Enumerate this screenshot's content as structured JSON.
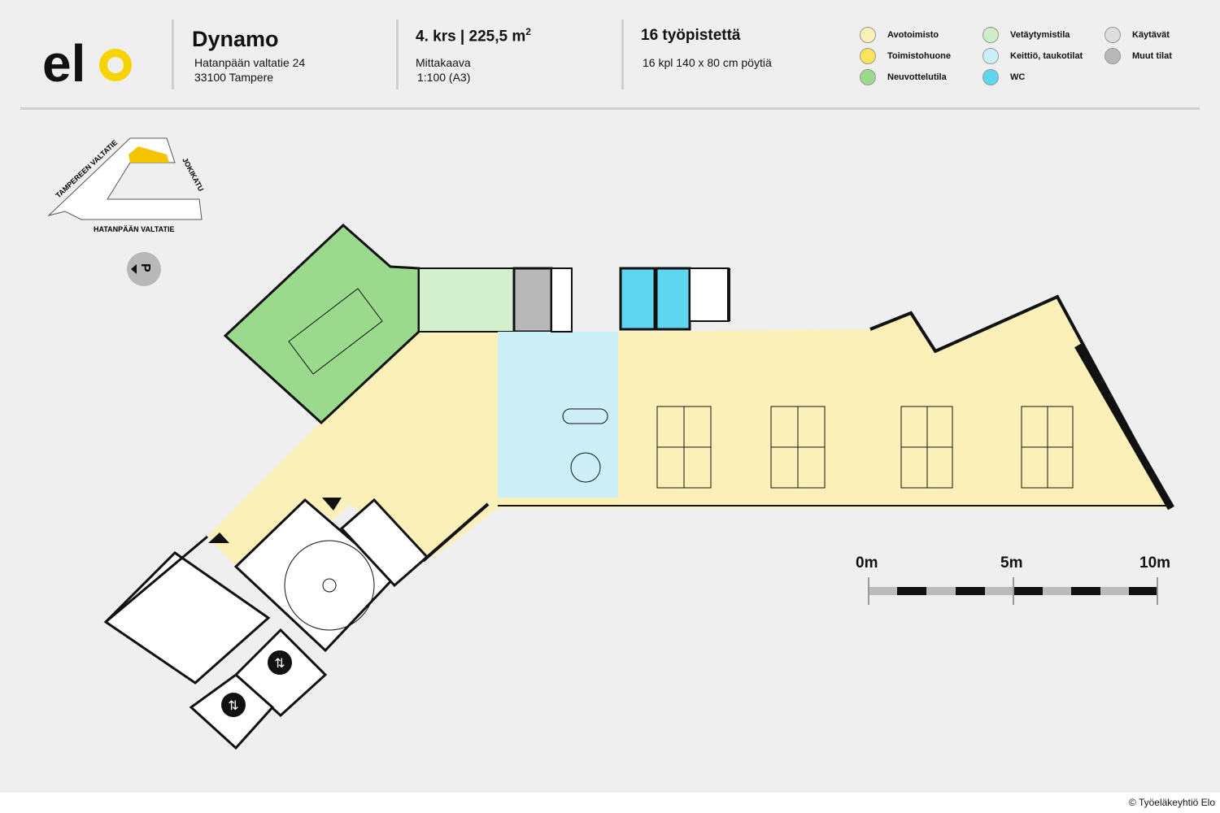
{
  "brand": {
    "logo_text": "elo"
  },
  "header": {
    "building": "Dynamo",
    "address_line1": "Hatanpään valtatie 24",
    "address_line2": "33100 Tampere",
    "floor_area": "4. krs | 225,5 m",
    "area_sup": "2",
    "scale_label": "Mittakaava",
    "scale_value": "1:100 (A3)",
    "workstations": "16 työpistettä",
    "desks": "16 kpl 140 x 80 cm pöytiä"
  },
  "legend": [
    {
      "label": "Avotoimisto",
      "color": "#fbf0b8"
    },
    {
      "label": "Toimistohuone",
      "color": "#fde35a"
    },
    {
      "label": "Neuvottelutila",
      "color": "#9bda8c"
    },
    {
      "label": "Vetäytymistila",
      "color": "#cdeec6"
    },
    {
      "label": "Keittiö, taukotilat",
      "color": "#cdf0f8"
    },
    {
      "label": "WC",
      "color": "#5fd6f0"
    },
    {
      "label": "Käytävät",
      "color": "#dedede"
    },
    {
      "label": "Muut tilat",
      "color": "#b8b8b8"
    }
  ],
  "locator": {
    "street1": "TAMPEREEN VALTATIE",
    "street2": "JOKIKATU",
    "street3": "HATANPÄÄN VALTATIE",
    "parking": "P"
  },
  "scale_bar": {
    "labels": [
      "0m",
      "5m",
      "10m"
    ]
  },
  "colors": {
    "open_office": "#fbf0b8",
    "meeting": "#9bda8c",
    "retreat": "#d5f0ce",
    "kitchen": "#cdf0f8",
    "wc": "#5fd6f0",
    "other": "#b8b8b8",
    "highlight": "#f5c400"
  },
  "copyright": "© Työeläkeyhtiö Elo"
}
